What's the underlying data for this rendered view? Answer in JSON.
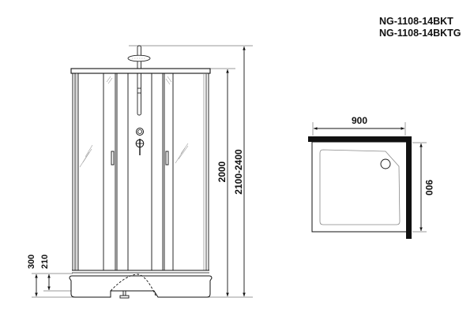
{
  "title": {
    "models": [
      "NG-1108-14BKT",
      "NG-1108-14BKTG"
    ]
  },
  "front_view": {
    "dimensions": {
      "total_height": "2100-2400",
      "cabin_height": "2000",
      "tray_height": "300",
      "tray_inner_height": "210"
    },
    "components": [
      "overhead-showerhead",
      "shower-pole",
      "control-knobs",
      "sliding-doors",
      "door-handles",
      "shower-tray-base",
      "adjustable-foot"
    ]
  },
  "plan_view": {
    "dimensions": {
      "width": "900",
      "depth": "900"
    },
    "components": [
      "shower-tray",
      "drain",
      "wall-top",
      "wall-right"
    ]
  },
  "colors": {
    "line": "#111111",
    "thin_line": "#555555",
    "background": "#ffffff"
  }
}
